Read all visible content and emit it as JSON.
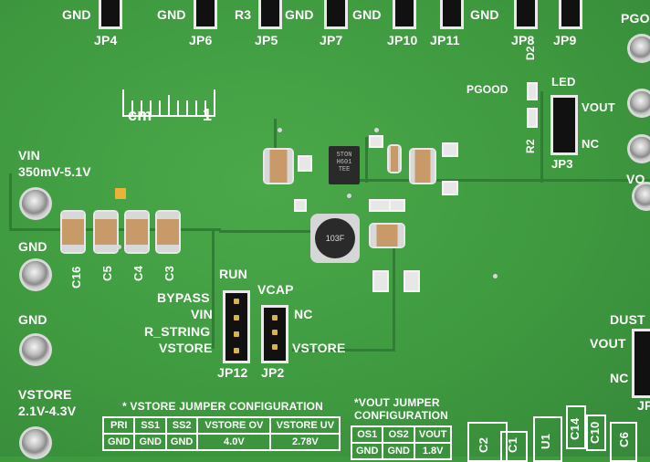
{
  "top_labels": [
    "GND",
    "GND",
    "R3",
    "GND",
    "GND",
    "GND"
  ],
  "top_jumpers": [
    "JP4",
    "JP6",
    "JP5",
    "JP7",
    "JP10",
    "JP11",
    "JP8",
    "JP9"
  ],
  "pgood_top": "PGO",
  "ruler": {
    "unit": "cm",
    "one": "1"
  },
  "pgood": "PGOOD",
  "d2": "D2",
  "led": "LED",
  "vout_right": "VOUT",
  "nc_right": "NC",
  "r2": "R2",
  "jp3": "JP3",
  "vin": "VIN",
  "vin_range": "350mV-5.1V",
  "gnd1": "GND",
  "gnd2": "GND",
  "vstore": "VSTORE",
  "vstore_range": "2.1V-4.3V",
  "caps": [
    "C16",
    "C5",
    "C4",
    "C3"
  ],
  "ic_marking": [
    "5TON",
    "H601",
    "TEE"
  ],
  "inductor_marking": "103F",
  "run": "RUN",
  "vcap": "VCAP",
  "bypass": "BYPASS",
  "vin_jp": "VIN",
  "r_string": "R_STRING",
  "vstore_jp": "VSTORE",
  "nc_jp2": "NC",
  "vstore_jp2": "VSTORE",
  "jp12": "JP12",
  "jp2": "JP2",
  "vo_right": "VO",
  "dust": "DUST",
  "vout_dust": "VOUT",
  "nc_dust": "NC",
  "jp_dust": "JP",
  "vstore_table": {
    "title": "* VSTORE JUMPER  CONFIGURATION",
    "headers": [
      "PRI",
      "SS1",
      "SS2",
      "VSTORE OV",
      "VSTORE UV"
    ],
    "row1": [
      "GND",
      "GND",
      "GND",
      "4.0V",
      "2.78V"
    ]
  },
  "vout_table": {
    "title1": "*VOUT JUMPER",
    "title2": "CONFIGURATION",
    "headers": [
      "OS1",
      "OS2",
      "VOUT"
    ],
    "row1": [
      "GND",
      "GND",
      "1.8V"
    ]
  },
  "bottom_refs": [
    "C2",
    "C1",
    "U1",
    "C14",
    "C10",
    "C6"
  ]
}
